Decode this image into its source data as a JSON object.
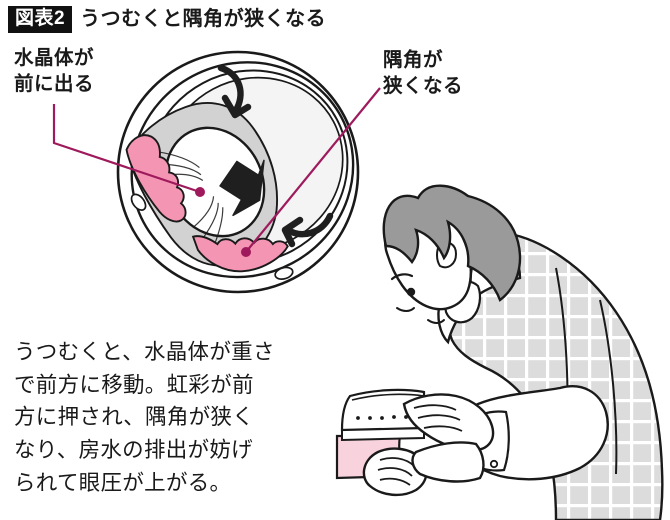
{
  "title": {
    "badge": "図表2",
    "heading": "うつむくと隅角が狭くなる"
  },
  "callouts": {
    "lens": "水晶体が\n前に出る",
    "angle": "隅角が\n狭くなる"
  },
  "body": {
    "paragraph": "うつむくと、水晶体が重さ\nで前方に移動。虹彩が前\n方に押され、隅角が狭く\nなり、房水の排出が妨げ\nられて眼圧が上がる。"
  },
  "colors": {
    "ink": "#1a1a1a",
    "badge_bg": "#111111",
    "badge_fg": "#ffffff",
    "leader": "#9e1a5c",
    "iris_pink": "#f595b4",
    "tissue_gray": "#d2d2d2",
    "light_gray": "#e8e8e8",
    "hair_gray": "#9a9a9a",
    "shirt_gray": "#dcdcdc",
    "book_pink": "#f8d3dd",
    "white": "#ffffff",
    "arrow_black": "#1f1f1f"
  },
  "diagram": {
    "eye_label": "tilted eye cross-section showing lens pushed forward and narrowed angle",
    "person_label": "man bending head down reading an open book",
    "arrows": {
      "lens_push": "thick black arrow pointing forward-left",
      "rotation_top": "curved arrow at top of eye",
      "rotation_bottom": "curved arrow at bottom right of eye"
    }
  }
}
